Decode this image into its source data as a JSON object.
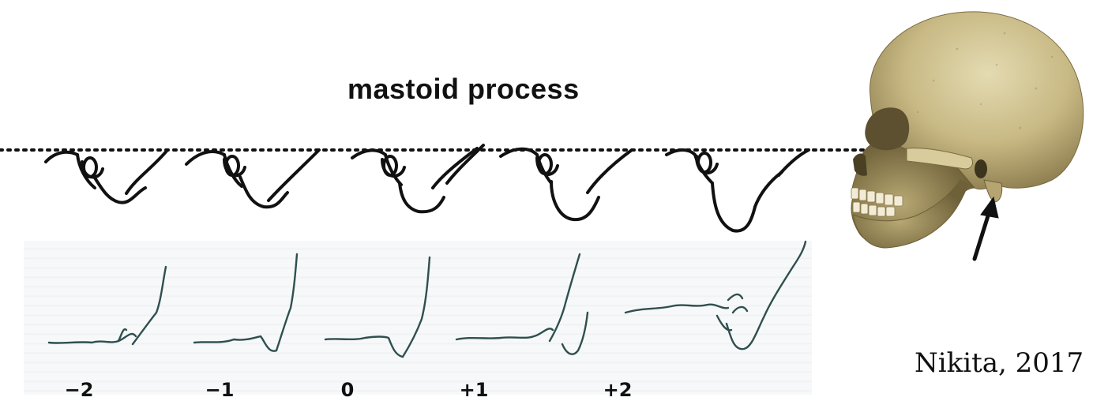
{
  "title": "mastoid process",
  "citation": "Nikita, 2017",
  "scores": [
    "−2",
    "−1",
    "0",
    "+1",
    "+2"
  ],
  "icons": {
    "skull": "skull-lateral-view",
    "arrow": "arrow-pointing-to-mastoid"
  },
  "colors": {
    "ink": "#111111",
    "scan_ink": "#2f4f4f",
    "bone": "#cbbd8e"
  }
}
